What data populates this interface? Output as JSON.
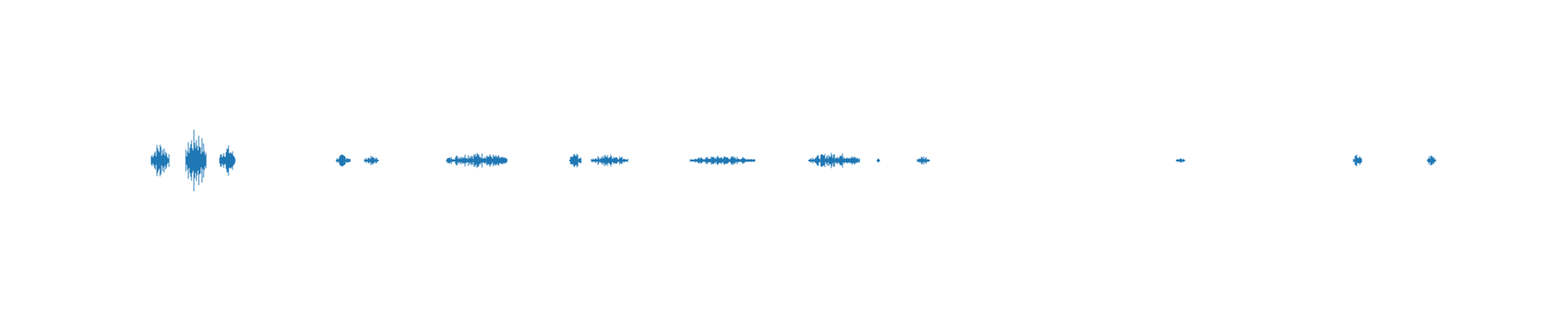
{
  "chart_data": {
    "type": "waveform",
    "title": "",
    "xlabel": "",
    "ylabel": "",
    "xlim": [
      0,
      1920
    ],
    "ylim": [
      -1,
      1
    ],
    "grid": false,
    "axes_visible": false,
    "color": "#1f77b4",
    "segments": [
      {
        "start": 188,
        "end": 210,
        "amplitude": 0.12
      },
      {
        "start": 231,
        "end": 256,
        "amplitude": 0.2
      },
      {
        "start": 273,
        "end": 292,
        "amplitude": 0.1
      },
      {
        "start": 418,
        "end": 435,
        "amplitude": 0.04
      },
      {
        "start": 453,
        "end": 470,
        "amplitude": 0.03
      },
      {
        "start": 555,
        "end": 630,
        "amplitude": 0.05
      },
      {
        "start": 708,
        "end": 722,
        "amplitude": 0.05
      },
      {
        "start": 735,
        "end": 780,
        "amplitude": 0.04
      },
      {
        "start": 858,
        "end": 938,
        "amplitude": 0.03
      },
      {
        "start": 1005,
        "end": 1068,
        "amplitude": 0.05
      },
      {
        "start": 1090,
        "end": 1093,
        "amplitude": 0.02
      },
      {
        "start": 1140,
        "end": 1155,
        "amplitude": 0.03
      },
      {
        "start": 1462,
        "end": 1472,
        "amplitude": 0.02
      },
      {
        "start": 1682,
        "end": 1692,
        "amplitude": 0.04
      },
      {
        "start": 1774,
        "end": 1784,
        "amplitude": 0.04
      }
    ]
  }
}
